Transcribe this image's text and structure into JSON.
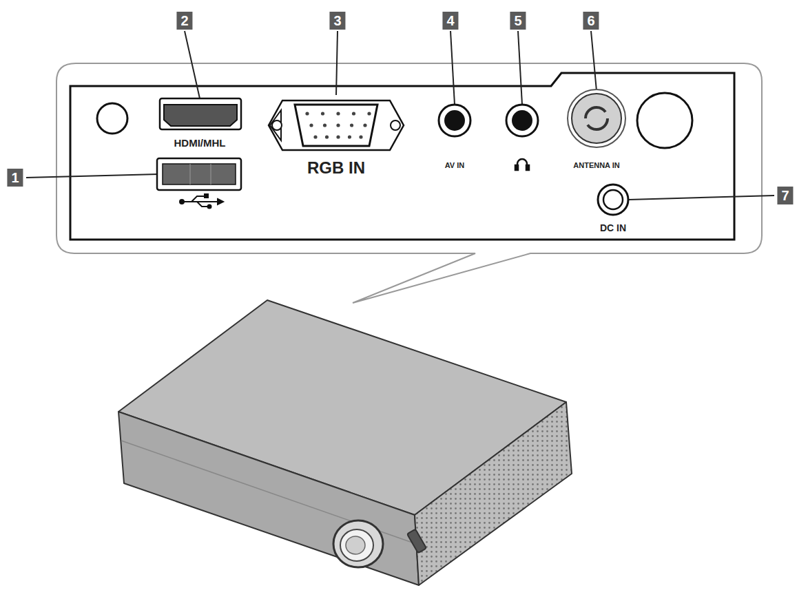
{
  "diagram": {
    "labels": [
      "2",
      "3",
      "4",
      "5",
      "6",
      "HDMI/MHL",
      "RGB IN",
      "AV IN",
      "ANTENNA IN",
      "1",
      "DC IN",
      "7"
    ]
  }
}
